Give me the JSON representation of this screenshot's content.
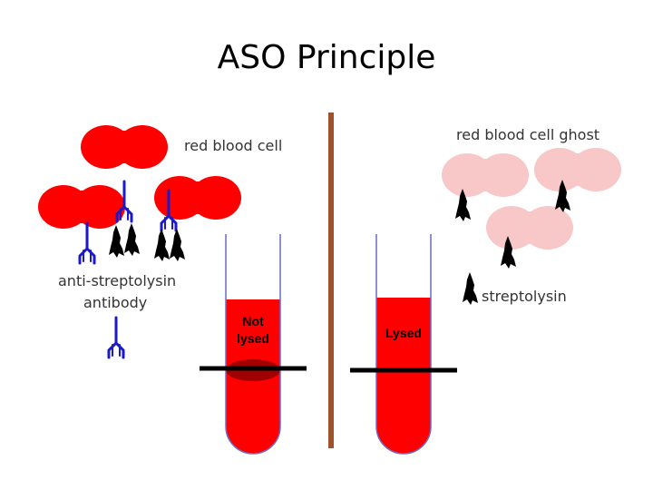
{
  "slide": {
    "title": "ASO Principle"
  },
  "labels": {
    "red_blood_cell": "red blood cell",
    "antibody_line1": "anti-streptolysin",
    "antibody_line2": "antibody",
    "rbc_ghost": "red blood cell ghost",
    "streptolysin": "streptolysin"
  },
  "tubes": {
    "left": {
      "label_line1": "Not",
      "label_line2": "lysed"
    },
    "right": {
      "label": "Lysed"
    }
  },
  "colors": {
    "rbc_red": "#ff0000",
    "ghost_pink": "#f8c7c7",
    "antibody_blue": "#1a1acc",
    "divider_brown": "#a0522d",
    "precipitate": "#a00000"
  }
}
